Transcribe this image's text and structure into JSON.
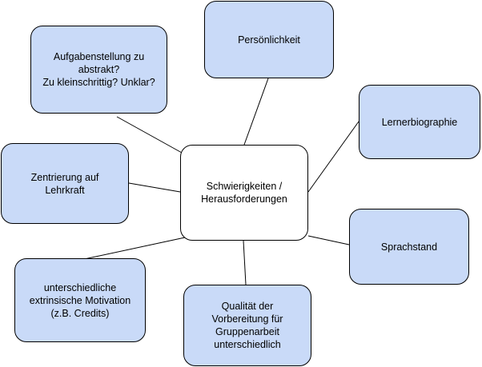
{
  "diagram": {
    "center": {
      "label": "Schwierigkeiten /\nHerausforderungen"
    },
    "nodes": [
      {
        "id": "aufgabenstellung",
        "label": "Aufgabenstellung zu\nabstrakt?\nZu kleinschrittig? Unklar?"
      },
      {
        "id": "persoenlichkeit",
        "label": "Persönlichkeit"
      },
      {
        "id": "lernerbiographie",
        "label": "Lernerbiographie"
      },
      {
        "id": "zentrierung",
        "label": "Zentrierung auf\nLehrkraft"
      },
      {
        "id": "sprachstand",
        "label": "Sprachstand"
      },
      {
        "id": "motivation",
        "label": "unterschiedliche\nextrinsische Motivation\n(z.B. Credits)"
      },
      {
        "id": "qualitaet",
        "label": "Qualität der\nVorbereitung für\nGruppenarbeit\nunterschiedlich"
      }
    ]
  },
  "colors": {
    "node_fill": "#c9daf8",
    "center_fill": "#ffffff",
    "stroke": "#000000"
  }
}
